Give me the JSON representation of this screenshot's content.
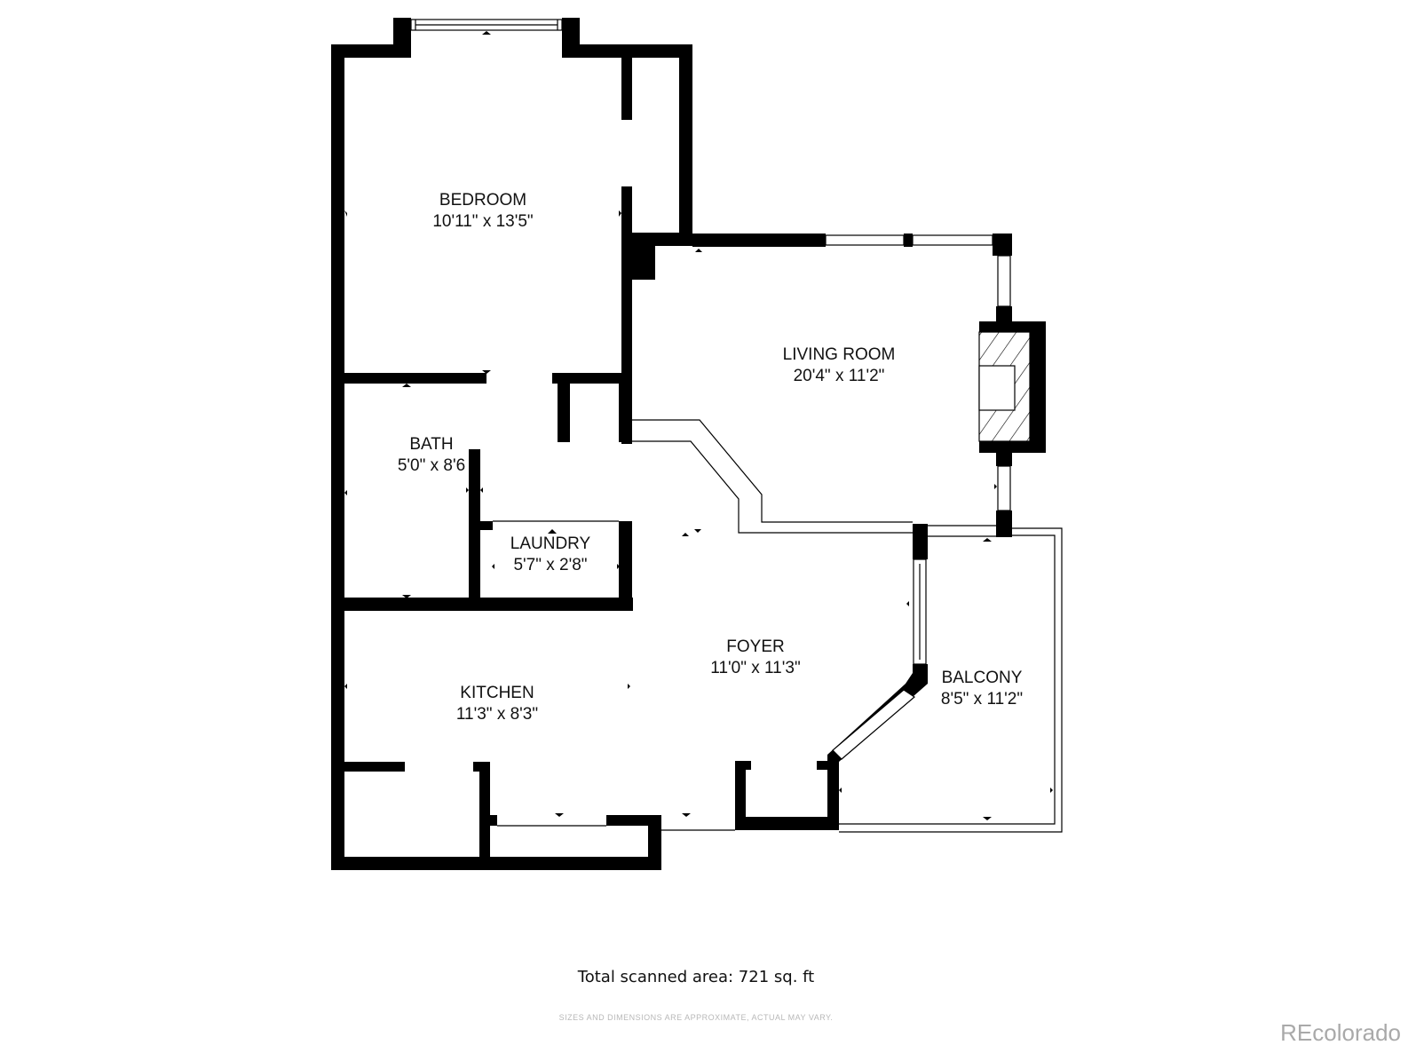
{
  "rooms": [
    {
      "name": "BEDROOM",
      "dims": "10'11\" x 13'5\""
    },
    {
      "name": "LIVING ROOM",
      "dims": "20'4\" x 11'2\""
    },
    {
      "name": "BATH",
      "dims": "5'0\" x 8'6"
    },
    {
      "name": "LAUNDRY",
      "dims": "5'7\" x 2'8\""
    },
    {
      "name": "FOYER",
      "dims": "11'0\" x 11'3\""
    },
    {
      "name": "KITCHEN",
      "dims": "11'3\" x 8'3\""
    },
    {
      "name": "BALCONY",
      "dims": "8'5\" x 11'2\""
    }
  ],
  "footer": {
    "total_area": "Total scanned area: 721 sq. ft",
    "disclaimer": "SIZES AND DIMENSIONS ARE APPROXIMATE, ACTUAL MAY VARY.",
    "brand": "REcolorado"
  },
  "icons": {
    "fireplace": "fireplace-icon",
    "window": "window-icon",
    "measurement_marker": "dimension-arrow-icon"
  },
  "colors": {
    "wall": "#000000",
    "background": "#ffffff",
    "brand_text": "#a9a9a9",
    "disclaimer_text": "#b8b8b8"
  }
}
